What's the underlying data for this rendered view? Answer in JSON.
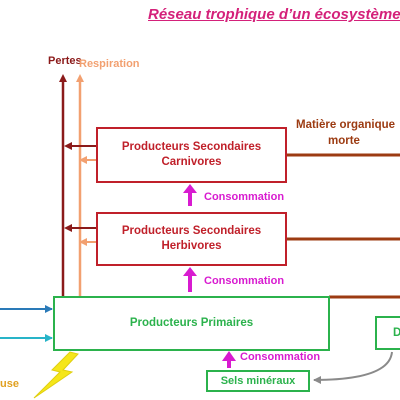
{
  "title": "Réseau trophique d’un écosystème",
  "labels": {
    "pertes": "Pertes",
    "respiration": "Respiration",
    "matiere_organique_1": "Matière organique",
    "matiere_organique_2": "morte",
    "consommation_1": "Consommation",
    "consommation_2": "Consommation",
    "consommation_3": "Consommation",
    "lumiere_fragment": "use"
  },
  "boxes": {
    "carnivores_line1": "Producteurs Secondaires",
    "carnivores_line2": "Carnivores",
    "herbivores_line1": "Producteurs Secondaires",
    "herbivores_line2": "Herbivores",
    "primaires": "Producteurs Primaires",
    "sels": "Sels minéraux",
    "decomposeurs_fragment": "D"
  },
  "colors": {
    "title": "#d4217a",
    "pertes": "#8b1a1a",
    "respiration": "#f2a070",
    "producer_box": "#c0202a",
    "green_box": "#2bb24c",
    "consommation": "#d81bd0",
    "dead_matter": "#9c3b12",
    "input_blue": "#2a7ab8",
    "input_cyan": "#28b4c8",
    "mineral_arrow": "#8a8a8a",
    "lightning": "#f5e61a"
  }
}
